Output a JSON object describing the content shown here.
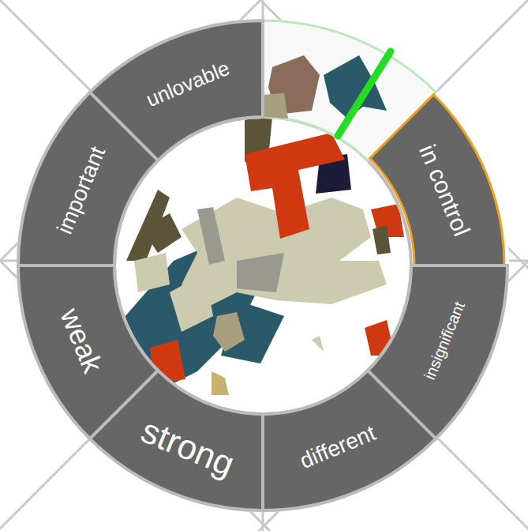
{
  "diagram": {
    "nodes": [
      {
        "text": [
          "unlovable"
        ]
      },
      {
        "text": [
          "in control"
        ]
      },
      {
        "text": [
          "insignificant"
        ]
      },
      {
        "text": [
          "different"
        ]
      },
      {
        "text": [
          "strong"
        ]
      },
      {
        "text": [
          "weak"
        ]
      },
      {
        "text": [
          "important"
        ]
      }
    ]
  }
}
